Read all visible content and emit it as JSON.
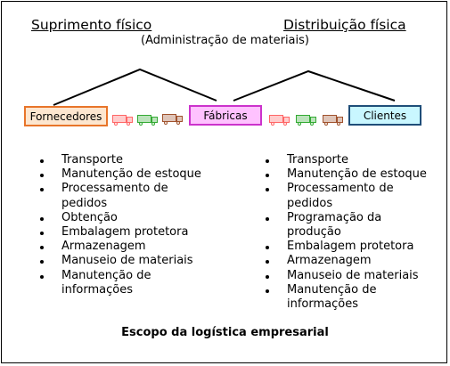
{
  "headings": {
    "left": "Suprimento físico",
    "right": "Distribuição física",
    "subtitle": "(Administração de materiais)"
  },
  "nodes": {
    "suppliers": {
      "label": "Fornecedores",
      "border": "#e8752a",
      "fill": "#fde6cf"
    },
    "factories": {
      "label": "Fábricas",
      "border": "#cc33cc",
      "fill": "#ffc2ff"
    },
    "customers": {
      "label": "Clientes",
      "border": "#1f4e79",
      "fill": "#c9f7ff"
    }
  },
  "trucks": {
    "colors": [
      "#ff6666",
      "#33aa33",
      "#a0522d"
    ]
  },
  "supply_activities": [
    "Transporte",
    "Manutenção de estoque",
    "Processamento de pedidos",
    "Obtenção",
    "Embalagem protetora",
    "Armazenagem",
    "Manuseio de materiais",
    "Manutenção de informações"
  ],
  "distribution_activities": [
    "Transporte",
    "Manutenção de estoque",
    "Processamento de pedidos",
    "Programação da produção",
    "Embalagem protetora",
    "Armazenagem",
    "Manuseio de materiais",
    "Manutenção de informações"
  ],
  "caption": "Escopo da logística empresarial"
}
